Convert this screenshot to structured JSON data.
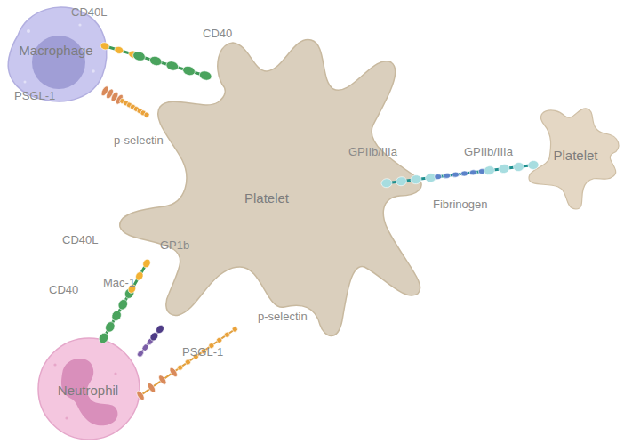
{
  "diagram": {
    "nodes": [
      {
        "text": [
          "Macrophage"
        ]
      },
      {
        "text": [
          "Platelet"
        ]
      },
      {
        "text": [
          "Platelet"
        ]
      },
      {
        "text": [
          "Neutrophil"
        ]
      }
    ],
    "edges": [
      {
        "from": 0,
        "to": 1,
        "arrow": "none"
      },
      {
        "from": 0,
        "to": 1,
        "arrow": "none"
      },
      {
        "from": 1,
        "to": 2,
        "arrow": "none"
      },
      {
        "from": 3,
        "to": 1,
        "arrow": "none"
      },
      {
        "from": 3,
        "to": 1,
        "arrow": "none"
      },
      {
        "from": 3,
        "to": 1,
        "arrow": "none"
      }
    ],
    "labels": [
      "CD40L",
      "CD40",
      "PSGL-1",
      "p-selectin",
      "GPIIb/IIIa",
      "GPIIb/IIIa",
      "Fibrinogen",
      "CD40L",
      "CD40",
      "GP1b",
      "Mac-1",
      "p-selectin",
      "PSGL-1"
    ]
  }
}
